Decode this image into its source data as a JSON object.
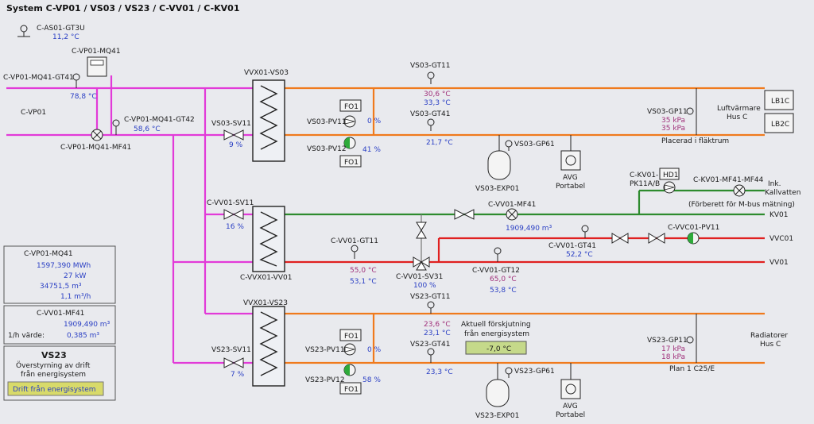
{
  "title": "System C-VP01 / VS03 / VS23 / C-VV01 / C-KV01",
  "colors": {
    "magenta": "#e23ad8",
    "orange": "#f07a1c",
    "green": "#2e8b2e",
    "red": "#e02020",
    "gray": "#9a9a9a",
    "blue_value": "#2a3fc4"
  },
  "outdoor": {
    "tag": "C-AS01-GT3U",
    "value": "11,2 °C"
  },
  "vp01": {
    "meter_tag": "C-VP01-MQ41",
    "gt41_tag": "C-VP01-MQ41-GT41",
    "gt41_value": "78,8 °C",
    "name": "C-VP01",
    "gt42_tag": "C-VP01-MQ41-GT42",
    "gt42_value": "58,6 °C",
    "mf41_tag": "C-VP01-MQ41-MF41"
  },
  "vs03": {
    "hx": "VVX01-VS03",
    "gt11_tag": "VS03-GT11",
    "gt11_v1": "30,6 °C",
    "gt11_v2": "33,3 °C",
    "gt41_tag": "VS03-GT41",
    "gt41_value": "21,7 °C",
    "sv11_tag": "VS03-SV11",
    "sv11_value": "9 %",
    "pv11_tag": "VS03-PV11",
    "pv11_value": "0 %",
    "pv12_tag": "VS03-PV12",
    "pv12_value": "41 %",
    "fo1": "FO1",
    "gp61_tag": "VS03-GP61",
    "exp_tag": "VS03-EXP01",
    "avg_l1": "AVG",
    "avg_l2": "Portabel",
    "gp11_tag": "VS03-GP11",
    "gp11_v1": "35 kPa",
    "gp11_v2": "35 kPa",
    "consumer_l1": "Luftvärmare",
    "consumer_l2": "Hus C",
    "placed": "Placerad i fläktrum",
    "lb1c": "LB1C",
    "lb2c": "LB2C"
  },
  "kv01": {
    "hd1": "HD1",
    "pk_tag_l1": "C-KV01-",
    "pk_tag_l2": "PK11A/B",
    "mf_tag": "C-KV01-MF41-MF44",
    "ink_l1": "Ink.",
    "ink_l2": "Kallvatten",
    "mbus": "(Förberett för M-bus mätning)",
    "line_label": "KV01"
  },
  "vv01": {
    "sv11_tag": "C-VV01-SV11",
    "sv11_value": "16 %",
    "hx": "C-VVX01-VV01",
    "mf41_tag": "C-VV01-MF41",
    "mf41_value": "1909,490 m³",
    "gt11_tag": "C-VV01-GT11",
    "gt11_v1": "55,0 °C",
    "gt11_v2": "53,1 °C",
    "sv31_tag": "C-VV01-SV31",
    "sv31_value": "100 %",
    "gt41_tag": "C-VV01-GT41",
    "gt41_value": "52,2 °C",
    "gt12_tag": "C-VV01-GT12",
    "gt12_v1": "65,0 °C",
    "gt12_v2": "53,8 °C",
    "pv11_tag": "C-VVC01-PV11",
    "vvc_label": "VVC01",
    "vv_label": "VV01"
  },
  "vs23": {
    "hx": "VVX01-VS23",
    "gt11_tag": "VS23-GT11",
    "gt11_v1": "23,6 °C",
    "gt11_v2": "23,1 °C",
    "gt41_tag": "VS23-GT41",
    "gt41_value": "23,3 °C",
    "sv11_tag": "VS23-SV11",
    "sv11_value": "7 %",
    "pv11_tag": "VS23-PV11",
    "pv11_value": "0 %",
    "pv12_tag": "VS23-PV12",
    "pv12_value": "58 %",
    "fo1": "FO1",
    "gp61_tag": "VS23-GP61",
    "exp_tag": "VS23-EXP01",
    "avg_l1": "AVG",
    "avg_l2": "Portabel",
    "gp11_tag": "VS23-GP11",
    "gp11_v1": "17 kPa",
    "gp11_v2": "18 kPa",
    "consumer_l1": "Radiatorer",
    "consumer_l2": "Hus C",
    "plan": "Plan 1 C25/E",
    "shift_l1": "Aktuell förskjutning",
    "shift_l2": "från energisystem",
    "shift_value": "-7,0 °C"
  },
  "panel_mq41": {
    "title": "C-VP01-MQ41",
    "energy": "1597,390 MWh",
    "power": "27 kW",
    "volume": "34751,5 m³",
    "flow": "1,1 m³/h"
  },
  "panel_mf41": {
    "title": "C-VV01-MF41",
    "value": "1909,490 m³",
    "rate_label": "1/h värde:",
    "rate_value": "0,385 m³"
  },
  "panel_vs23": {
    "title": "VS23",
    "line1": "Överstyrning av drift",
    "line2": "från energisystem",
    "button": "Drift från energisystem"
  }
}
